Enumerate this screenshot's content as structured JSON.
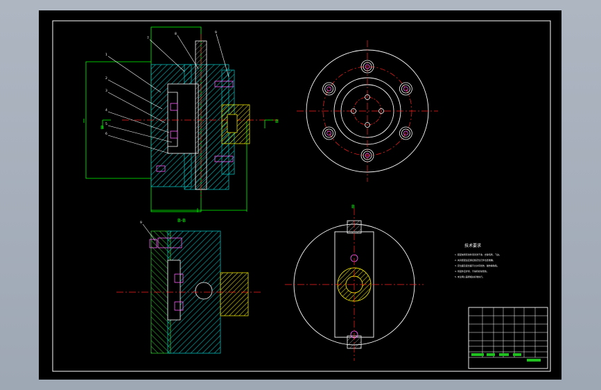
{
  "drawing": {
    "background_color": "#000000",
    "viewport_color": "#a8b0bc",
    "colors": {
      "frame": "#ffffff",
      "centerline": "#ff2020",
      "dimension": "#00ff00",
      "hatch_cyan": "#00b8b8",
      "hatch_green": "#30c030",
      "part_yellow": "#e8e000",
      "fastener": "#ff60ff"
    }
  },
  "views": {
    "top_left": {
      "section_mark_left": "B",
      "section_mark_right": "B",
      "leader_numbers": [
        "1",
        "2",
        "3",
        "4",
        "5",
        "6",
        "7",
        "8",
        "9"
      ]
    },
    "bottom_left": {
      "view_label": "B-B",
      "leader_number": "9"
    },
    "top_right": {
      "bolt_holes": 6
    },
    "bottom_right": {
      "top_label": "B"
    }
  },
  "notes": {
    "title": "技术要求",
    "lines": [
      "1. 装配前所有零件须清洗干净，去除毛刺、飞边。",
      "2. 夹具装配后应保证各定位元件位置准确。",
      "3. 定位面及配合面不允许有划伤、碰伤等缺陷。",
      "4. 紧固件应拧紧，不得有松动现象。",
      "5. 未注明公差按相关标准执行。"
    ]
  },
  "title_block": {
    "visible": true
  }
}
